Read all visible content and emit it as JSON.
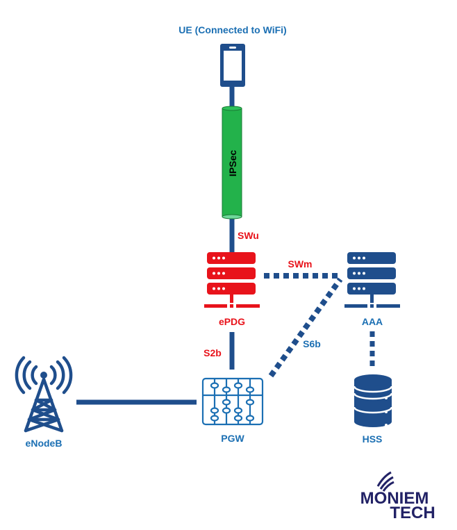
{
  "nodes": {
    "ue": {
      "label": "UE (Connected to WiFi)",
      "icon": "smartphone-icon"
    },
    "tunnel": {
      "label": "IPSec",
      "icon": "tunnel-cylinder-icon"
    },
    "epdg": {
      "label": "ePDG",
      "icon": "server-rack-icon"
    },
    "aaa": {
      "label": "AAA",
      "icon": "server-rack-icon"
    },
    "pgw": {
      "label": "PGW",
      "icon": "gateway-icon"
    },
    "enodeb": {
      "label": "eNodeB",
      "icon": "cell-tower-icon"
    },
    "hss": {
      "label": "HSS",
      "icon": "database-icon"
    }
  },
  "interfaces": {
    "swu": "SWu",
    "swm": "SWm",
    "s2b": "S2b",
    "s6b": "S6b"
  },
  "logo": {
    "line1": "MONIEM",
    "line2": "TECH"
  },
  "colors": {
    "blue": "#1f4e8c",
    "label_blue": "#1b6fb3",
    "red": "#e8131b",
    "green": "#23b24b",
    "logo": "#222266"
  }
}
